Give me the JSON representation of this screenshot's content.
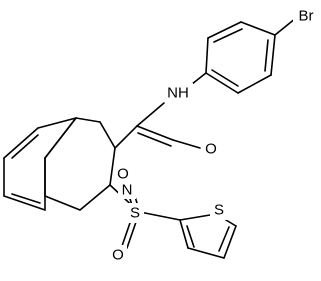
{
  "molecule": {
    "atoms": {
      "br": "Br",
      "nh": "NH",
      "o_carbonyl": "O",
      "n_ring": "N",
      "s_sulfonyl": "S",
      "o_sulfonyl_1": "O",
      "o_sulfonyl_2": "O",
      "s_thiophene": "S"
    },
    "colors": {
      "bond": "#000000",
      "label": "#000000",
      "background": "#ffffff"
    }
  }
}
